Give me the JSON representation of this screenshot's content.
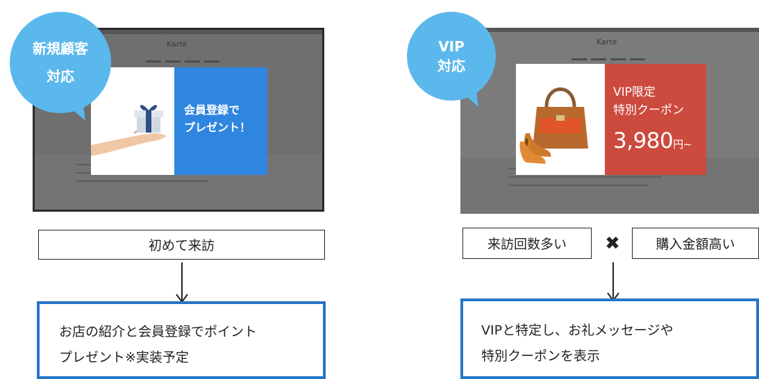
{
  "left": {
    "bubble_line1": "新規顧客",
    "bubble_line2": "対応",
    "screen_brand": "Karte",
    "popup_line1": "会員登録で",
    "popup_line2": "プレゼント！",
    "condition": "初めて来訪",
    "result_line1": "お店の紹介と会員登録でポイント",
    "result_line2": "プレゼント※実装予定"
  },
  "right": {
    "bubble_line1": "VIP",
    "bubble_line2": "対応",
    "screen_brand": "Karte",
    "popup_line1": "VIP限定",
    "popup_line2": "特別クーポン",
    "popup_price": "3,980",
    "popup_price_unit": "円~",
    "condition_1": "来訪回数多い",
    "operator": "✖",
    "condition_2": "購入金額高い",
    "result_line1": "VIPと特定し、お礼メッセージや",
    "result_line2": "特別クーポンを表示"
  },
  "colors": {
    "bubble": "#5bb8ec",
    "popup_blue": "#2f86e0",
    "popup_red": "#cc4a3e",
    "result_border": "#2776c6"
  }
}
